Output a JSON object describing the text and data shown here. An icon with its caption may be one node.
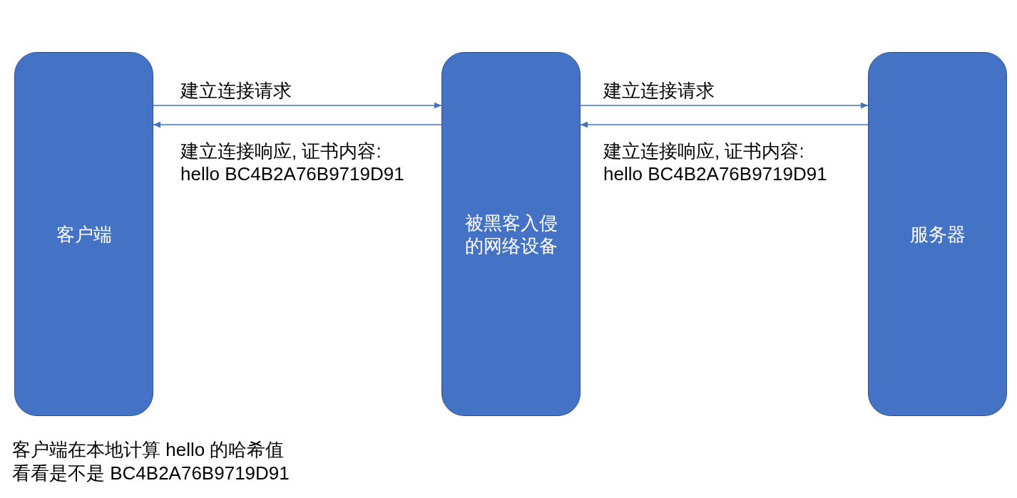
{
  "diagram": {
    "nodes": [
      {
        "text": [
          "客户端"
        ]
      },
      {
        "text": [
          "被黑客入侵的网络设备"
        ]
      },
      {
        "text": [
          "服务器"
        ]
      }
    ],
    "edges": [
      {
        "from": 0,
        "to": 1,
        "arrow": "to",
        "label": "建立连接请求"
      },
      {
        "from": 1,
        "to": 0,
        "arrow": "to",
        "label": "建立连接响应, 证书内容: hello BC4B2A76B9719D91"
      },
      {
        "from": 1,
        "to": 2,
        "arrow": "to",
        "label": "建立连接请求"
      },
      {
        "from": 2,
        "to": 1,
        "arrow": "to",
        "label": "建立连接响应, 证书内容: hello BC4B2A76B9719D91"
      }
    ],
    "labels": [
      "客户端在本地计算 hello 的哈希值看看是不是 BC4B2A76B9719D91"
    ]
  }
}
